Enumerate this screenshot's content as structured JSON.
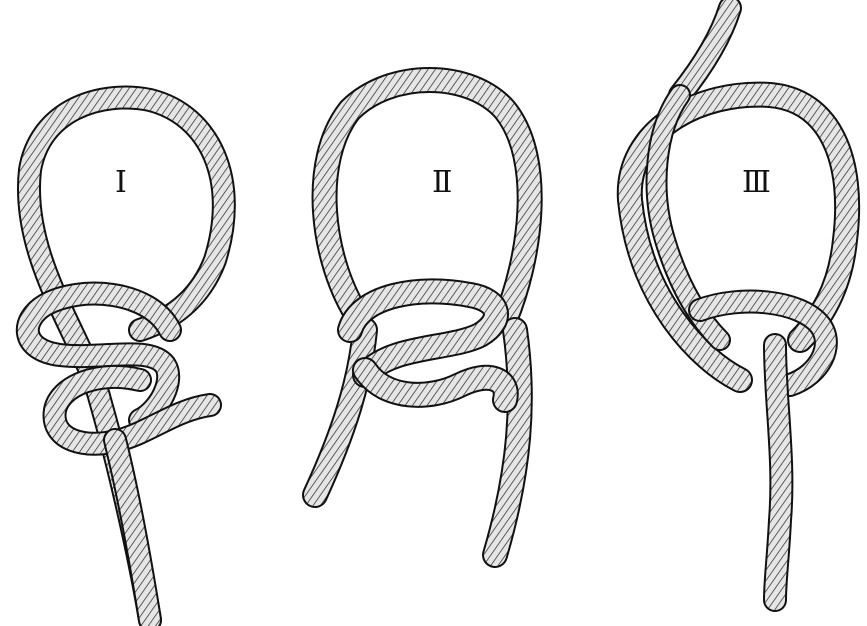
{
  "figures": [
    {
      "id": "I",
      "numeral": "Ⅰ"
    },
    {
      "id": "II",
      "numeral": "Ⅱ"
    },
    {
      "id": "III",
      "numeral": "Ⅲ"
    }
  ],
  "colors": {
    "rope": "#cfcfcf",
    "ink": "#111111",
    "background": "#ffffff"
  }
}
